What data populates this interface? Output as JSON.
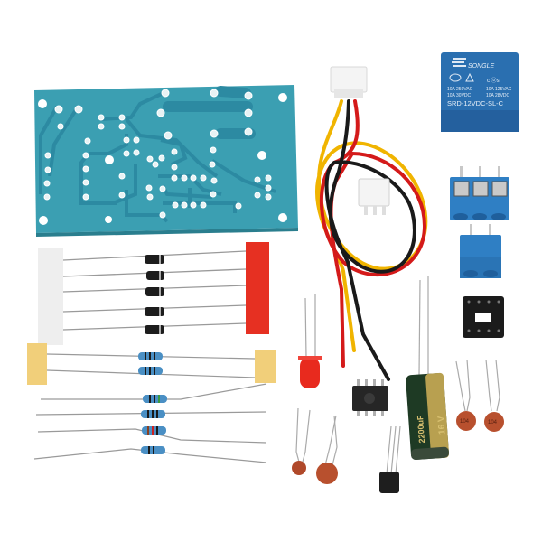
{
  "scene": {
    "description": "DIY electronics kit laid out on white background",
    "background": "#ffffff"
  },
  "relay": {
    "brand": "SONGLE",
    "rating_line1_left": "10A 250VAC",
    "rating_line1_right": "10A 125VAC",
    "rating_line2_left": "10A 30VDC",
    "rating_line2_right": "10A 28VDC",
    "model": "SRD-12VDC-SL-C",
    "color": "#2a6fb0"
  },
  "capacitor": {
    "value_text": "2200uF",
    "voltage_text": "16 V",
    "voltage_mark": "V",
    "color": "#1e3a24",
    "stripe_color": "#b8a050"
  },
  "ceramic_caps": {
    "label": "104",
    "color": "#b8502e"
  },
  "pcb": {
    "color": "#3b9fb2",
    "trace_color": "#2f8ea6"
  },
  "wires": {
    "colors": [
      "#f0b400",
      "#d41a1a",
      "#1a1a1a"
    ]
  },
  "tape": {
    "white": "#eeeeee",
    "red": "#e63022",
    "yellow": "#f1cf7a"
  },
  "terminal_color": "#2f7fc4",
  "led_color": "#e82a1e"
}
